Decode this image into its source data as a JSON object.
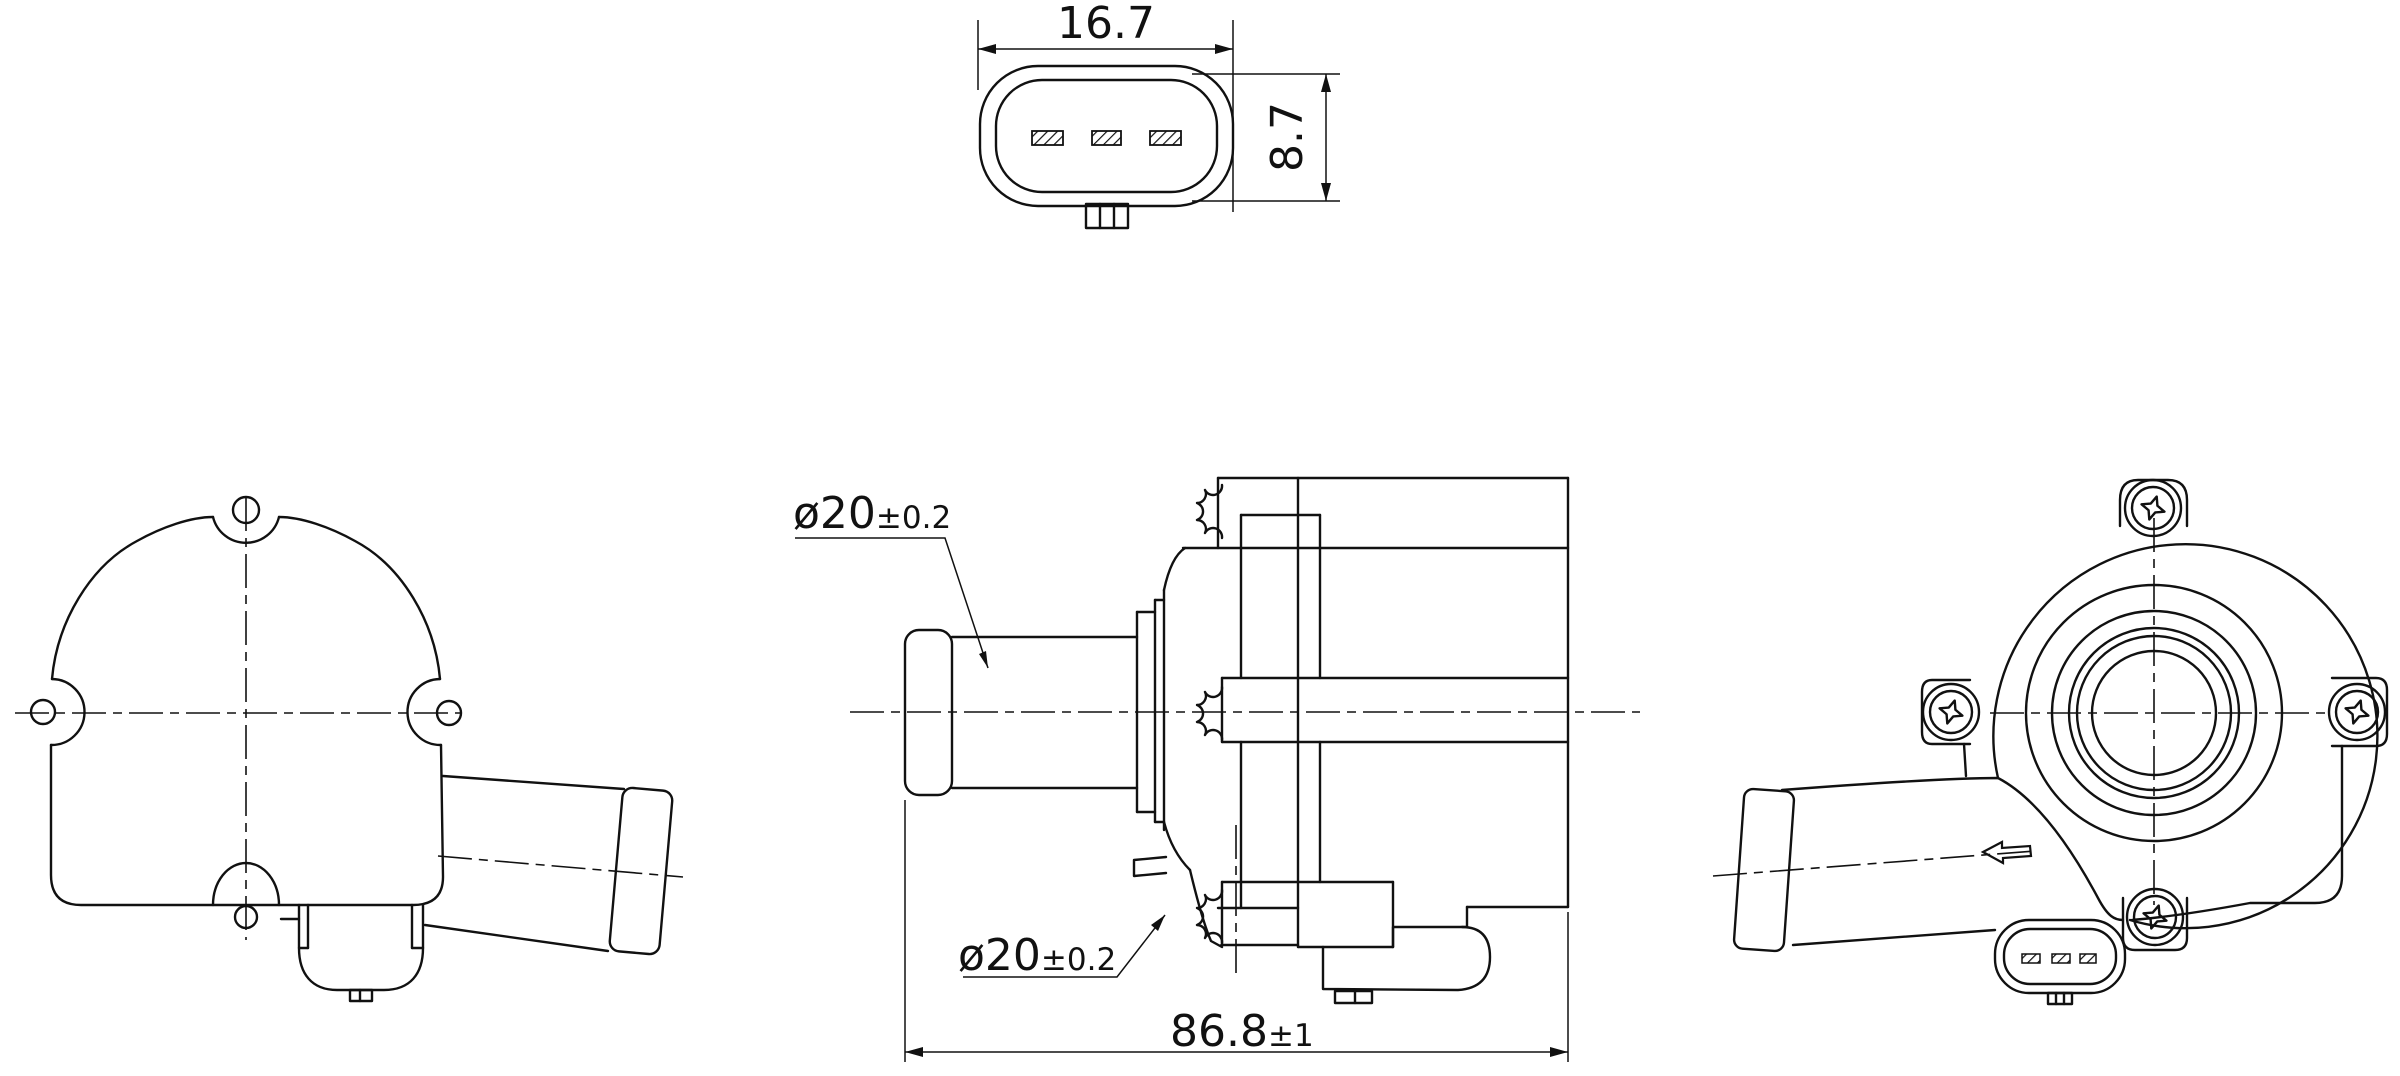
{
  "drawing": {
    "connector_detail": {
      "width_dim": "16.7",
      "height_dim": "8.7"
    },
    "side_view": {
      "inlet_label": {
        "dia": "ø20",
        "tol": "±0.2"
      },
      "outlet_label": {
        "dia": "ø20",
        "tol": "±0.2"
      },
      "length_dim": {
        "value": "86.8",
        "tol": "±1"
      }
    },
    "colors": {
      "line": "#111111",
      "background": "#ffffff"
    }
  }
}
